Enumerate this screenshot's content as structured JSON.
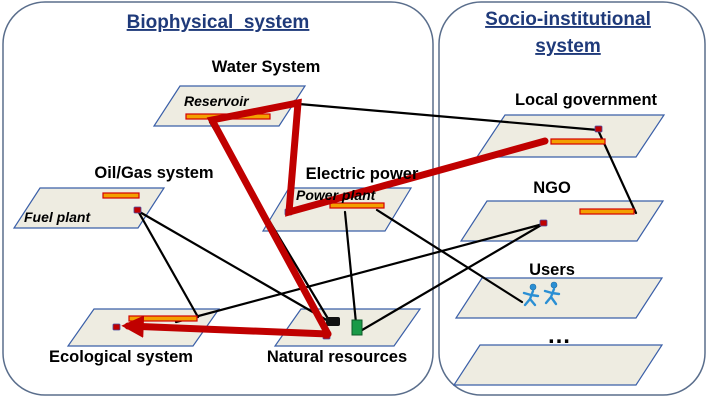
{
  "panels": {
    "biophysical": {
      "title": "Biophysical  system"
    },
    "socio": {
      "title_line1": "Socio-institutional",
      "title_line2": "system"
    }
  },
  "layers": {
    "water": {
      "label": "Water System",
      "sublabel": "Reservoir"
    },
    "oilgas": {
      "label": "Oil/Gas system",
      "sublabel": "Fuel plant"
    },
    "electric": {
      "label": "Electric power",
      "sublabel": "Power plant"
    },
    "ecological": {
      "label": "Ecological system"
    },
    "natural": {
      "label": "Natural resources"
    },
    "localgov": {
      "label": "Local government"
    },
    "ngo": {
      "label": "NGO"
    },
    "users": {
      "label": "Users"
    },
    "more": {
      "label": "…"
    }
  },
  "colors": {
    "layer_fill": "#eeece1",
    "layer_stroke": "#3a5fa8",
    "panel_stroke": "#5a6e8c",
    "title_color": "#1f3a7a",
    "highlight_path": "#c00000",
    "node_bar": "#f3a000",
    "node_bar_border": "#d40000",
    "green_node": "#1a9a48",
    "users_icon": "#2a8fd4"
  },
  "icons": {
    "users": "people-icon"
  }
}
